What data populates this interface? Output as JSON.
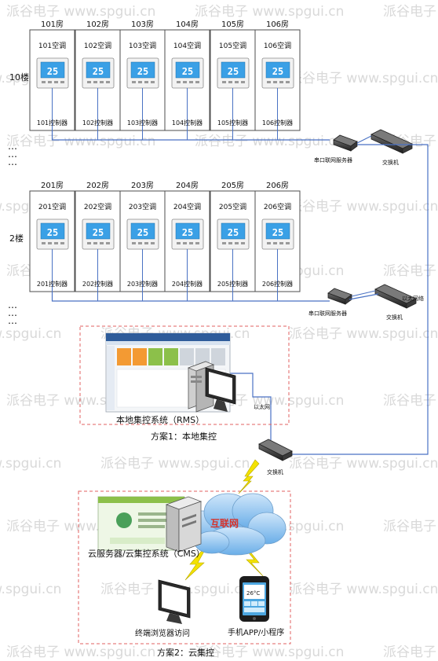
{
  "watermark": "派谷电子 www.spgui.cn",
  "thermostat_display": "25",
  "floors": [
    {
      "label": "10楼",
      "rooms": [
        "101房",
        "102房",
        "103房",
        "104房",
        "105房",
        "106房"
      ],
      "ac": [
        "101空调",
        "102空调",
        "103空调",
        "104空调",
        "105空调",
        "106空调"
      ],
      "controllers": [
        "101控制器",
        "102控制器",
        "103控制器",
        "104控制器",
        "105控制器",
        "106控制器"
      ],
      "serial_server": "串口联网服务器",
      "switch": "交换机"
    },
    {
      "label": "2楼",
      "rooms": [
        "201房",
        "202房",
        "203房",
        "204房",
        "205房",
        "206房"
      ],
      "ac": [
        "201空调",
        "202空调",
        "203空调",
        "204空调",
        "205空调",
        "206空调"
      ],
      "controllers": [
        "201控制器",
        "202控制器",
        "203控制器",
        "204控制器",
        "205控制器",
        "206控制器"
      ],
      "serial_server": "串口联网服务器",
      "switch": "交换机"
    }
  ],
  "ellipsis": [
    "…",
    "…",
    "…"
  ],
  "ethernet_network": "以太网络",
  "ethernet": "以太网",
  "rms_system": "本地集控系统（RMS）",
  "plan1": "方案1：本地集控",
  "core_switch": "交换机",
  "internet": "互联网",
  "cms_system": "云服务器/云集控系统（CMS）",
  "browser_access": "终端浏览器访问",
  "mobile_app": "手机APP/小程序",
  "phone_temp": "26°C",
  "plan2": "方案2：云集控",
  "colors": {
    "line": "#4a72c4",
    "dash": "#e06060",
    "lcd": "#3aa0e6",
    "lightning": "#f3e200",
    "cloud": "#8fc3ee"
  }
}
